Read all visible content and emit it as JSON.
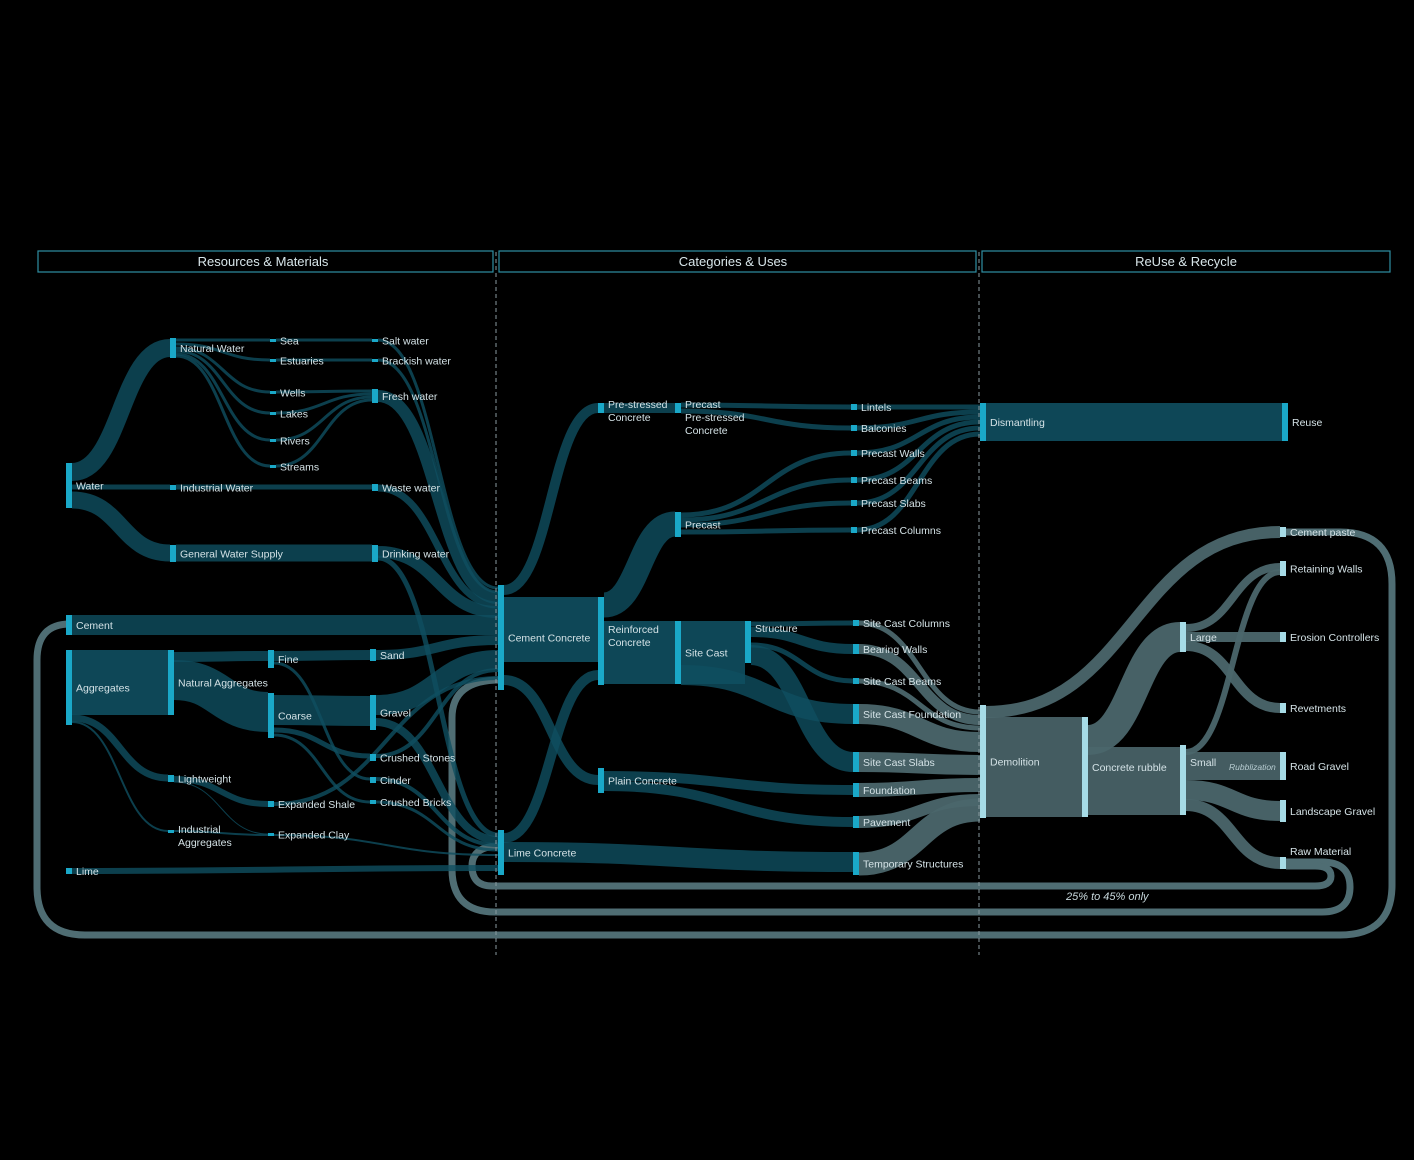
{
  "headers": {
    "resources": "Resources & Materials",
    "categories": "Categories & Uses",
    "reuse": "ReUse & Recycle"
  },
  "nodes": {
    "water": "Water",
    "natural_water": "Natural Water",
    "industrial_water": "Industrial Water",
    "general_water": "General Water Supply",
    "sea": "Sea",
    "estuaries": "Estuaries",
    "wells": "Wells",
    "lakes": "Lakes",
    "rivers": "Rivers",
    "streams": "Streams",
    "salt_water": "Salt water",
    "brackish_water": "Brackish water",
    "fresh_water": "Fresh water",
    "waste_water": "Waste water",
    "drinking_water": "Drinking water",
    "cement": "Cement",
    "aggregates": "Aggregates",
    "lime": "Lime",
    "natural_aggregates": "Natural Aggregates",
    "lightweight": "Lightweight",
    "industrial_aggregates": "Industrial\nAggregates",
    "fine": "Fine",
    "coarse": "Coarse",
    "expanded_shale": "Expanded Shale",
    "expanded_clay": "Expanded Clay",
    "sand": "Sand",
    "gravel": "Gravel",
    "crushed_stones": "Crushed Stones",
    "cinder": "Cinder",
    "crushed_bricks": "Crushed Bricks",
    "cement_concrete": "Cement Concrete",
    "lime_concrete": "Lime Concrete",
    "prestressed": "Pre-stressed\nConcrete",
    "reinforced": "Reinforced\nConcrete",
    "plain": "Plain Concrete",
    "precast_prestressed": "Precast\nPre-stressed\nConcrete",
    "precast": "Precast",
    "site_cast": "Site Cast",
    "structure": "Structure",
    "lintels": "Lintels",
    "balconies": "Balconies",
    "precast_walls": "Precast Walls",
    "precast_beams": "Precast Beams",
    "precast_slabs": "Precast Slabs",
    "precast_columns": "Precast Columns",
    "sc_columns": "Site Cast Columns",
    "bearing_walls": "Bearing Walls",
    "sc_beams": "Site Cast Beams",
    "sc_foundation": "Site Cast Foundation",
    "sc_slabs": "Site Cast Slabs",
    "foundation": "Foundation",
    "pavement": "Pavement",
    "temporary": "Temporary Structures",
    "dismantling": "Dismantling",
    "reuse": "Reuse",
    "demolition": "Demolition",
    "concrete_rubble": "Concrete rubble",
    "large": "Large",
    "small": "Small",
    "cement_paste": "Cement paste",
    "retaining_walls": "Retaining Walls",
    "erosion": "Erosion Controllers",
    "revetments": "Revetments",
    "road_gravel": "Road Gravel",
    "landscape_gravel": "Landscape Gravel",
    "raw_material": "Raw Material"
  },
  "annotations": {
    "rubblization": "Rubblization",
    "recycle_share": "25% to 45% only"
  },
  "colors": {
    "blue_node": "#1aa8c8",
    "blue_flow": "#0f4f60",
    "gray_flow": "#4b666c",
    "gray_node": "#a6dbe6"
  }
}
